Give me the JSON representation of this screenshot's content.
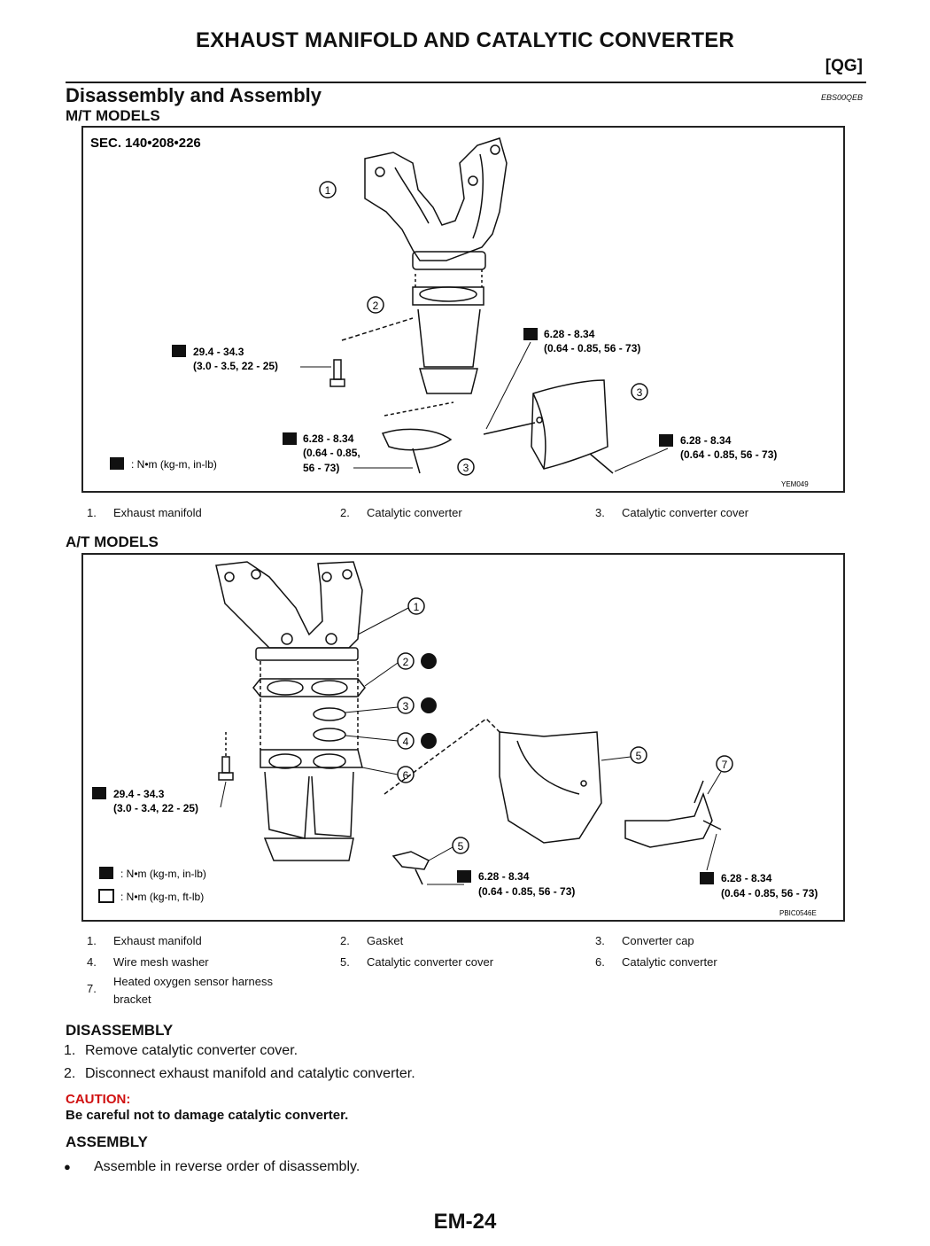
{
  "header": {
    "title": "EXHAUST MANIFOLD AND CATALYTIC CONVERTER",
    "engine_tag": "[QG]"
  },
  "section": {
    "title": "Disassembly and Assembly",
    "ref_code": "EBS00QEB"
  },
  "mt": {
    "heading": "M/T MODELS",
    "figure": {
      "sec": "SEC. 140•208•226",
      "code": "YEM049",
      "torque_unit": ": N•m (kg-m, in-lb)",
      "torque_a_1": "29.4 - 34.3",
      "torque_a_2": "(3.0 - 3.5, 22 - 25)",
      "torque_b_1": "6.28 - 8.34",
      "torque_b_2": "(0.64 - 0.85, 56 - 73)",
      "torque_c_1": "6.28 - 8.34",
      "torque_c_2": "(0.64 - 0.85,",
      "torque_c_3": "56 - 73)",
      "torque_d_1": "6.28 - 8.34",
      "torque_d_2": "(0.64 - 0.85, 56 - 73)",
      "callouts": [
        "1",
        "2",
        "3",
        "3"
      ]
    },
    "legend": [
      {
        "num": "1.",
        "label": "Exhaust manifold"
      },
      {
        "num": "2.",
        "label": "Catalytic converter"
      },
      {
        "num": "3.",
        "label": "Catalytic converter cover"
      }
    ]
  },
  "at": {
    "heading": "A/T MODELS",
    "figure": {
      "code": "PBIC0546E",
      "torque_unit_1": ": N•m (kg-m, in-lb)",
      "torque_unit_2": ": N•m (kg-m, ft-lb)",
      "torque_a_1": "29.4 - 34.3",
      "torque_a_2": "(3.0 - 3.4, 22 - 25)",
      "torque_b_1": "6.28 - 8.34",
      "torque_b_2": "(0.64 - 0.85, 56 - 73)",
      "torque_c_1": "6.28 - 8.34",
      "torque_c_2": "(0.64 - 0.85, 56 - 73)",
      "callouts": [
        "1",
        "2",
        "3",
        "4",
        "5",
        "6",
        "7",
        "5"
      ]
    },
    "legend": [
      {
        "num": "1.",
        "label": "Exhaust manifold"
      },
      {
        "num": "2.",
        "label": "Gasket"
      },
      {
        "num": "3.",
        "label": "Converter cap"
      },
      {
        "num": "4.",
        "label": "Wire mesh washer"
      },
      {
        "num": "5.",
        "label": "Catalytic converter cover"
      },
      {
        "num": "6.",
        "label": "Catalytic converter"
      },
      {
        "num": "7.",
        "label_1": "Heated oxygen sensor harness",
        "label_2": "bracket"
      }
    ]
  },
  "disassembly": {
    "heading": "DISASSEMBLY",
    "steps": [
      {
        "num": "1.",
        "text": "Remove catalytic converter cover."
      },
      {
        "num": "2.",
        "text": "Disconnect exhaust manifold and catalytic converter."
      }
    ],
    "caution_label": "CAUTION:",
    "caution_text": "Be careful not to damage catalytic converter."
  },
  "assembly": {
    "heading": "ASSEMBLY",
    "bullet": "●",
    "text": "Assemble in reverse order of disassembly."
  },
  "page_number": "EM-24",
  "colors": {
    "caution": "#d01010",
    "text": "#111111"
  },
  "icons": [
    "torque-wrench-icon",
    "do-not-reuse-icon"
  ]
}
